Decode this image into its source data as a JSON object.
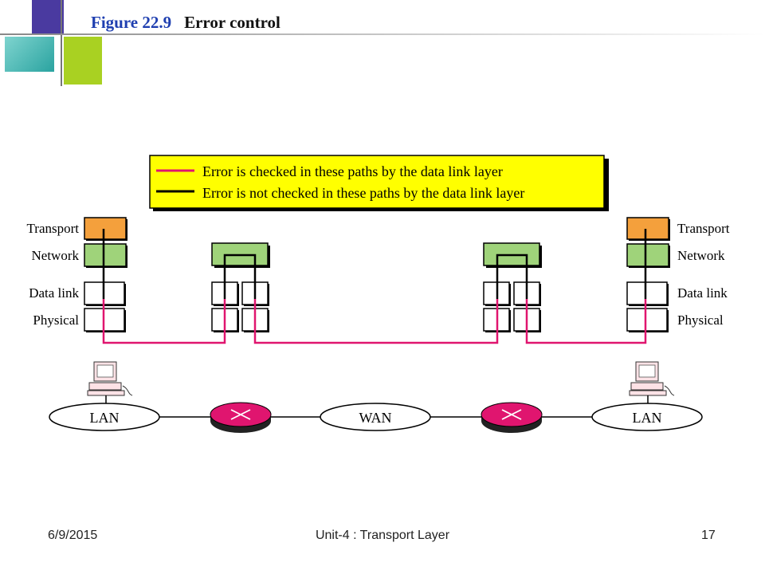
{
  "slide": {
    "figure_number": "Figure 22.9",
    "figure_title": "Error control"
  },
  "legend": {
    "checked_label": "Error is checked in these paths by the data link layer",
    "unchecked_label": "Error is not checked in these paths by the data link layer",
    "checked_color": "#e0156f",
    "unchecked_color": "#000000",
    "background_color": "#ffff00"
  },
  "layers": {
    "left": [
      "Transport",
      "Network",
      "Data link",
      "Physical"
    ],
    "right": [
      "Transport",
      "Network",
      "Data link",
      "Physical"
    ]
  },
  "colors": {
    "transport": "#f4a03c",
    "network": "#9fd37a",
    "router": "#e0156f",
    "title_blue": "#1f3fb0"
  },
  "network": {
    "left_lan": "LAN",
    "wan": "WAN",
    "right_lan": "LAN"
  },
  "footer": {
    "date": "6/9/2015",
    "center": "Unit-4 : Transport Layer",
    "page": "17"
  }
}
